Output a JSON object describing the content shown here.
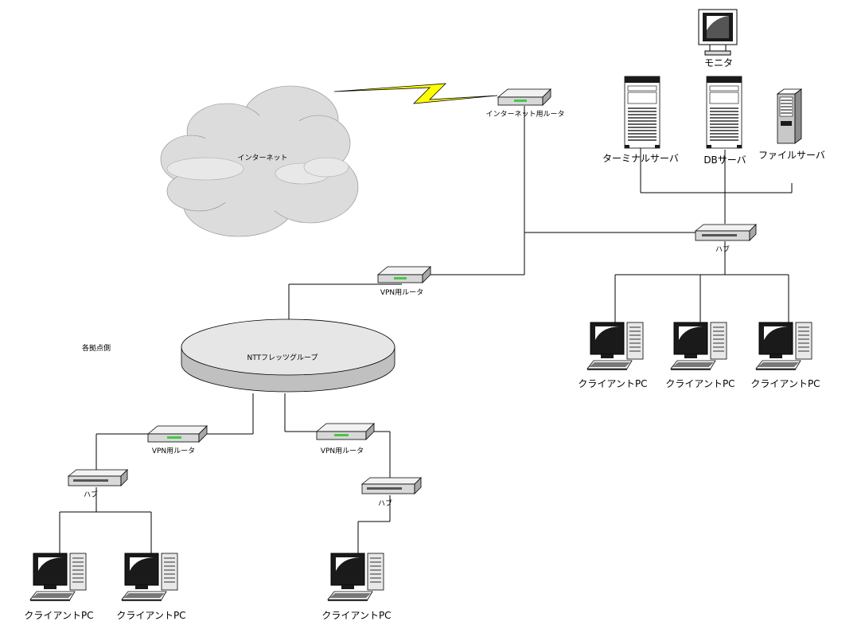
{
  "diagram": {
    "labels": {
      "internet": "インターネット",
      "internet_router": "インターネット用ルータ",
      "monitor": "モニタ",
      "terminal_server": "ターミナルサーバ",
      "db_server": "DBサーバ",
      "file_server": "ファイルサーバ",
      "hub_main": "ハブ",
      "vpn_router_main": "VPN用ルータ",
      "branch_side": "各拠点側",
      "ntt_flets": "NTTフレッツグループ",
      "client_pc_1": "クライアントPC",
      "client_pc_2": "クライアントPC",
      "client_pc_3": "クライアントPC",
      "vpn_router_left": "VPN用ルータ",
      "vpn_router_right": "VPN用ルータ",
      "hub_left": "ハブ",
      "hub_right": "ハブ",
      "client_pc_4": "クライアントPC",
      "client_pc_5": "クライアントPC",
      "client_pc_6": "クライアントPC"
    },
    "colors": {
      "line": "#000000",
      "cloud": "#dcdcdc",
      "device": "#d8d8d8",
      "led": "#46c846",
      "lightning": "#ffff00"
    }
  }
}
